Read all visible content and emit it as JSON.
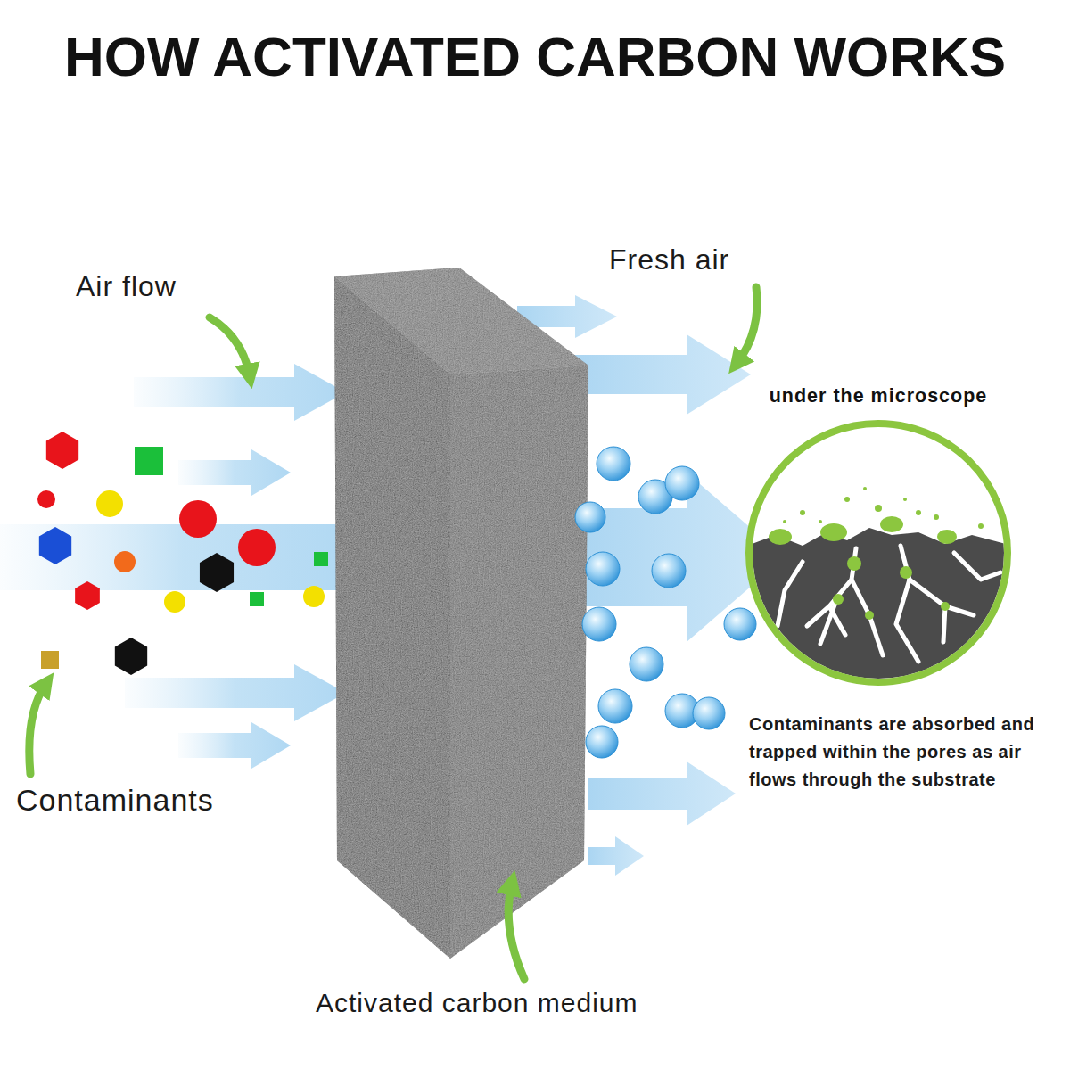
{
  "diagram": {
    "title": "HOW ACTIVATED CARBON WORKS",
    "nodes": [
      {
        "text": [
          "under the microscope"
        ]
      }
    ],
    "labels": [
      "Air flow",
      "Fresh air",
      "Contaminants",
      "Activated carbon medium",
      "Contaminants are absorbed and trapped within the pores as air flows through the substrate"
    ]
  }
}
